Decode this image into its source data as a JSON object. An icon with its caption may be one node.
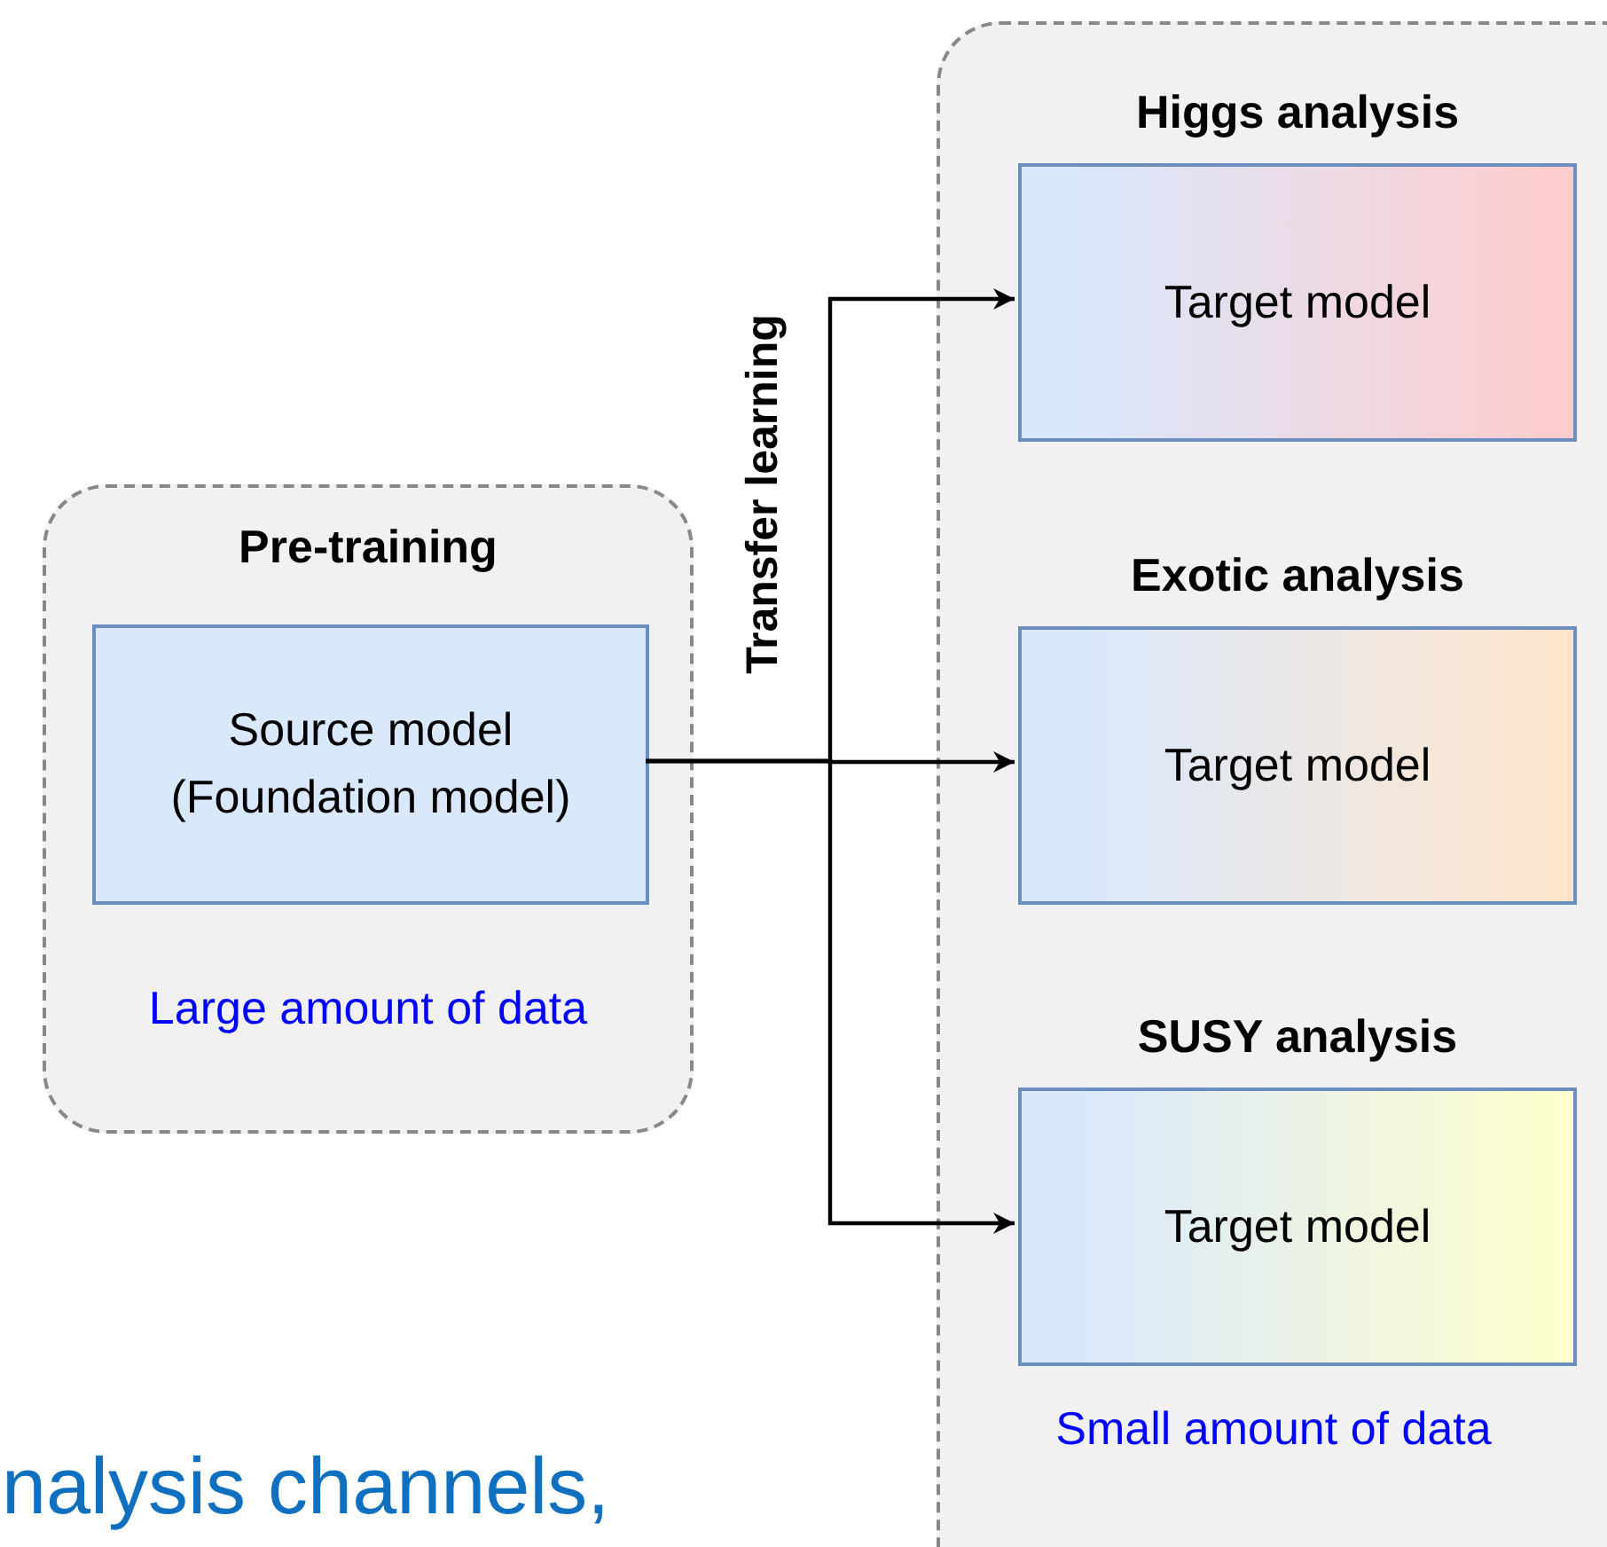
{
  "diagram": {
    "nodes": [
      {
        "text": [
          "Pre-training",
          "Large amount of data"
        ]
      },
      {
        "text": [
          "Source model (Foundation model)"
        ],
        "in": 0
      },
      {
        "text": [
          "Small amount of data"
        ]
      },
      {
        "text": [
          "Higgs analysis",
          "Target model"
        ],
        "in": 2
      },
      {
        "text": [
          "Exotic analysis",
          "Target model"
        ],
        "in": 2
      },
      {
        "text": [
          "SUSY analysis",
          "Target model"
        ],
        "in": 2
      }
    ],
    "edges": [
      {
        "from": 1,
        "to": 3,
        "arrow": "to"
      },
      {
        "from": 1,
        "to": 4,
        "arrow": "to"
      },
      {
        "from": 1,
        "to": 5,
        "arrow": "to"
      }
    ],
    "labels": [
      "Transfer learning",
      "nalysis channels,"
    ]
  }
}
